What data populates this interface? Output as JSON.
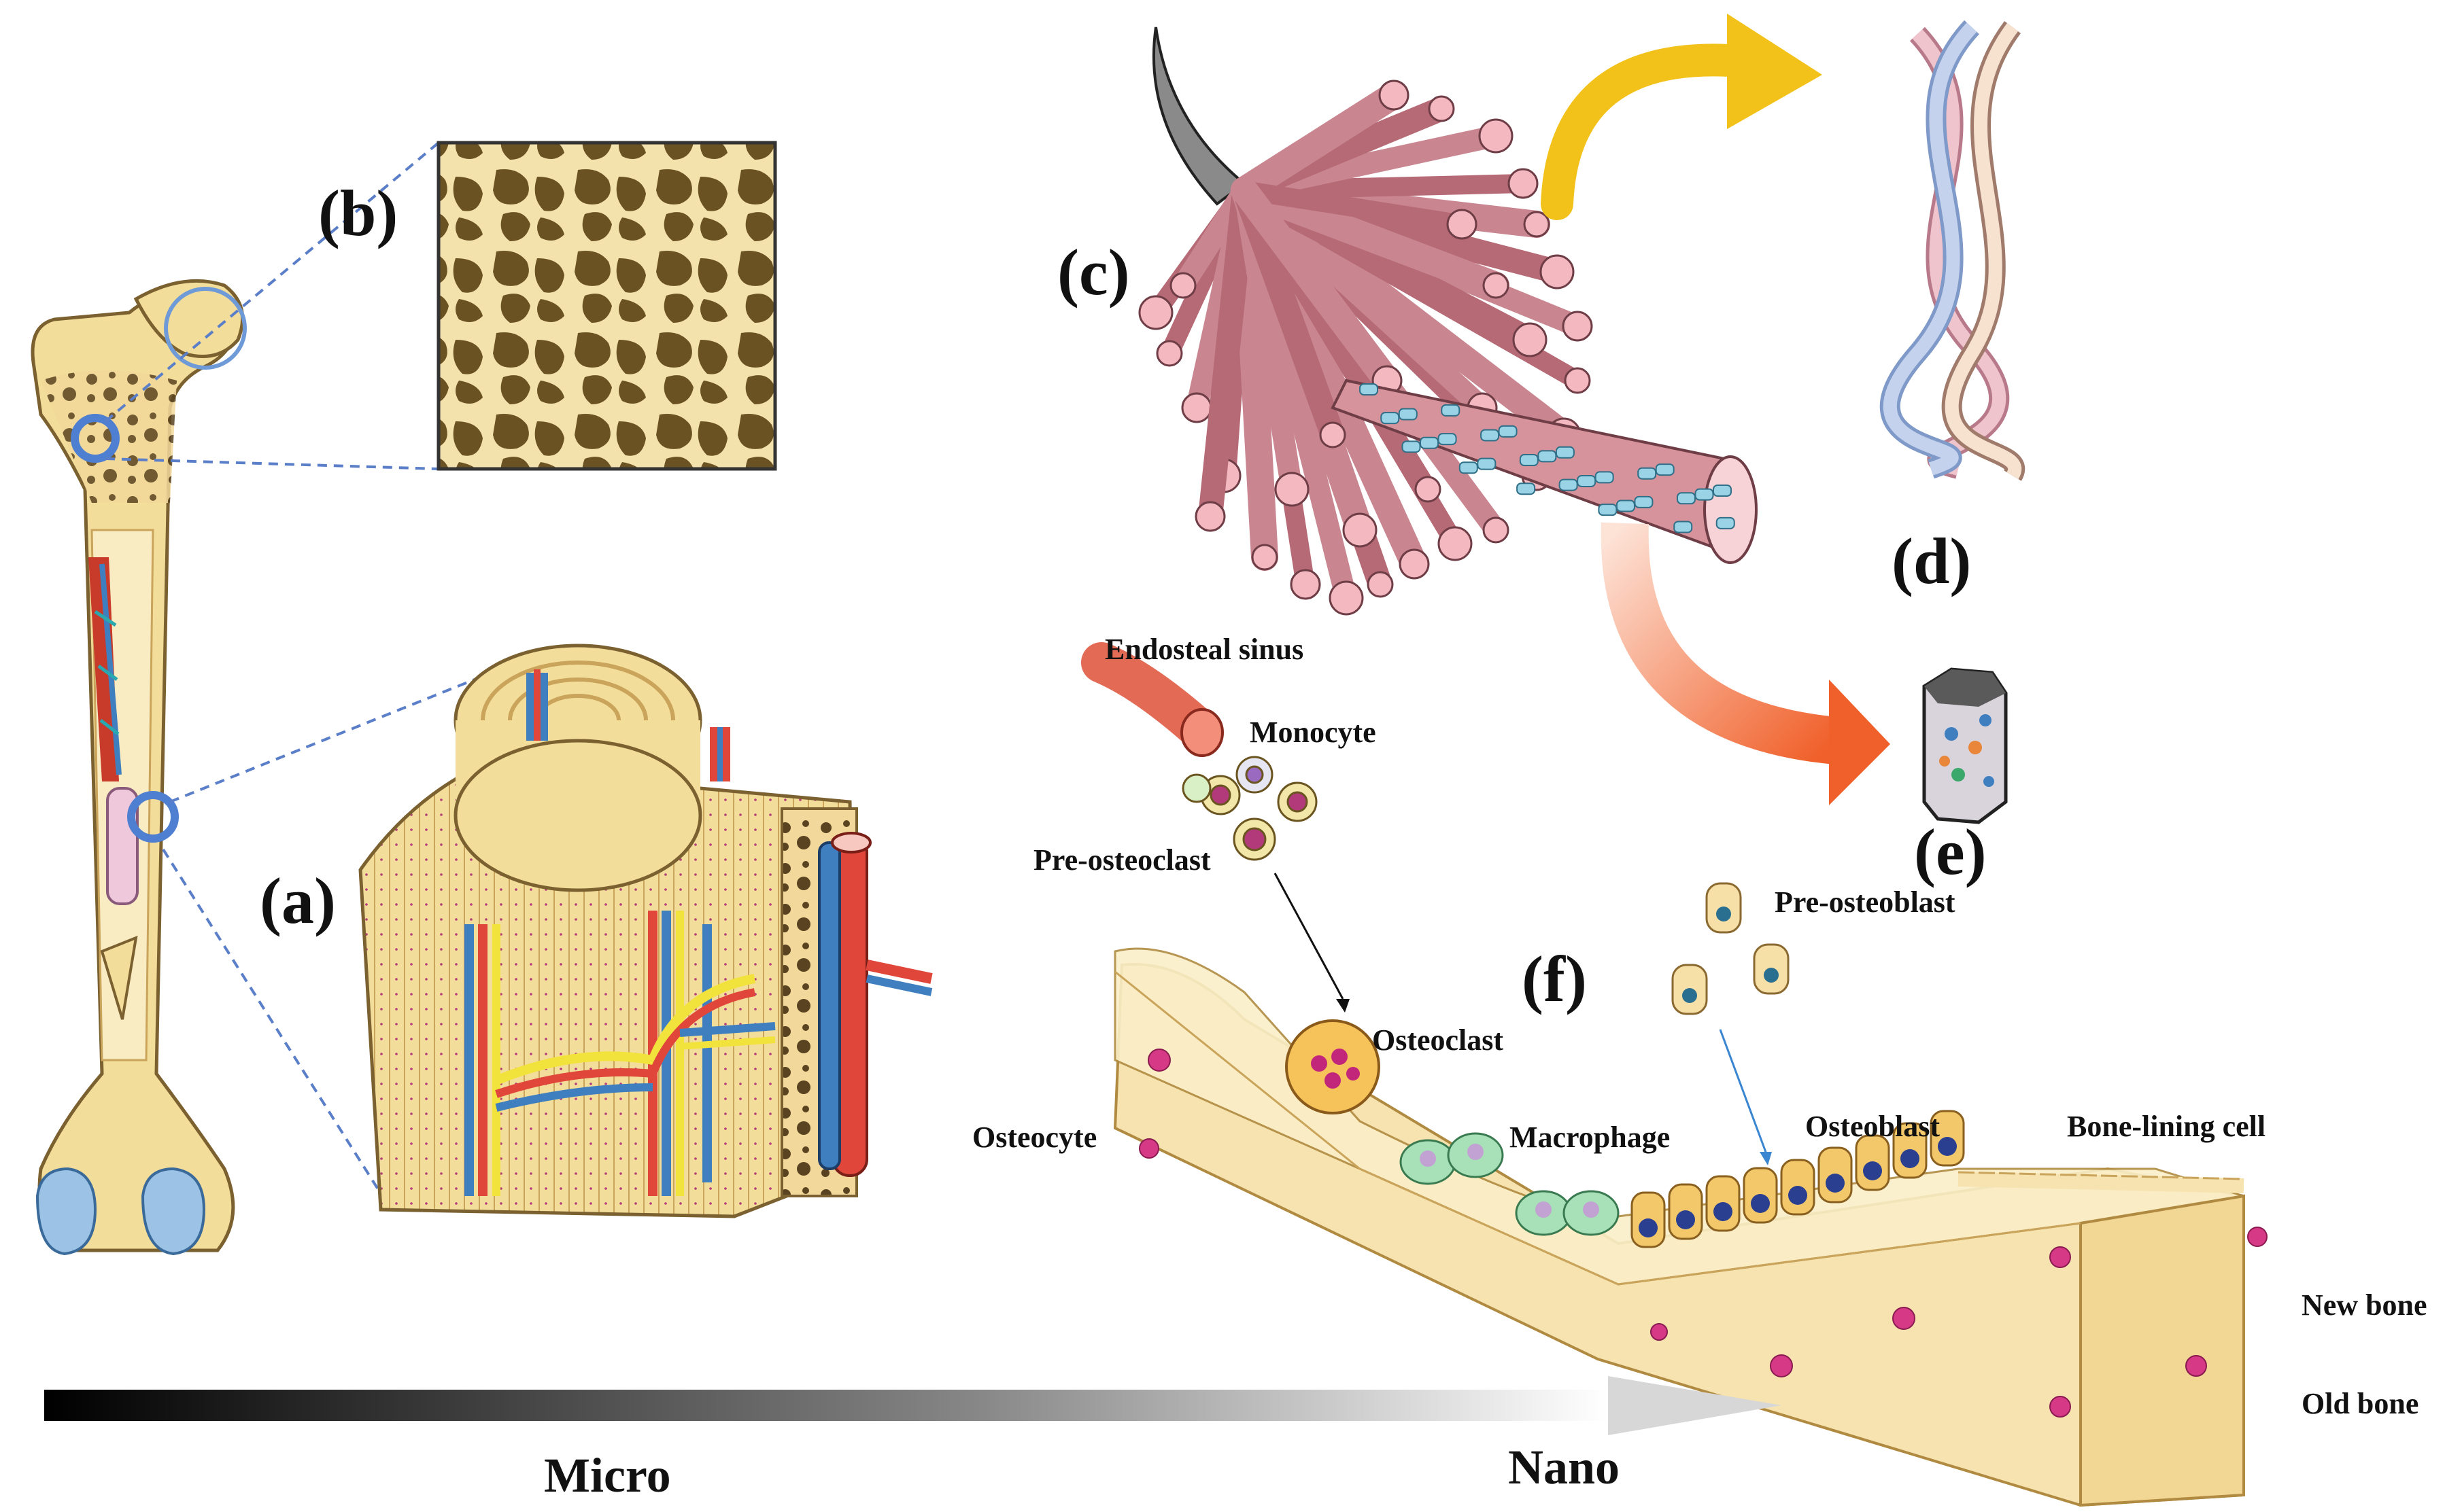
{
  "panels": {
    "a": "(a)",
    "b": "(b)",
    "c": "(c)",
    "d": "(d)",
    "e": "(e)",
    "f": "(f)"
  },
  "cells": {
    "endosteal_sinus": "Endosteal sinus",
    "monocyte": "Monocyte",
    "pre_osteoclast": "Pre-osteoclast",
    "osteoclast": "Osteoclast",
    "osteocyte": "Osteocyte",
    "macrophage": "Macrophage",
    "pre_osteoblast": "Pre-osteoblast",
    "osteoblast": "Osteoblast",
    "bone_lining_cell": "Bone-lining cell",
    "new_bone": "New bone",
    "old_bone": "Old bone"
  },
  "scale": {
    "micro": "Micro",
    "nano": "Nano"
  },
  "colors": {
    "bone": "#f3dd9a",
    "bone_dark": "#c9a45a",
    "collagen": "#d7939b",
    "collagen_dark": "#8a4a55",
    "artery": "#e0463a",
    "vein": "#3f7fc0",
    "nerve": "#f2e23c",
    "cartilage": "#9cc3e6",
    "mineral": "#9ad3e6",
    "highlight_ring": "#4f7fd0",
    "cell_nucleus": "#c2267a",
    "osteoblast_nucleus": "#2a3f8f",
    "macrophage": "#a8e0b8",
    "arrow_yellow": "#f2c21a",
    "arrow_orange": "#f06a3a"
  }
}
